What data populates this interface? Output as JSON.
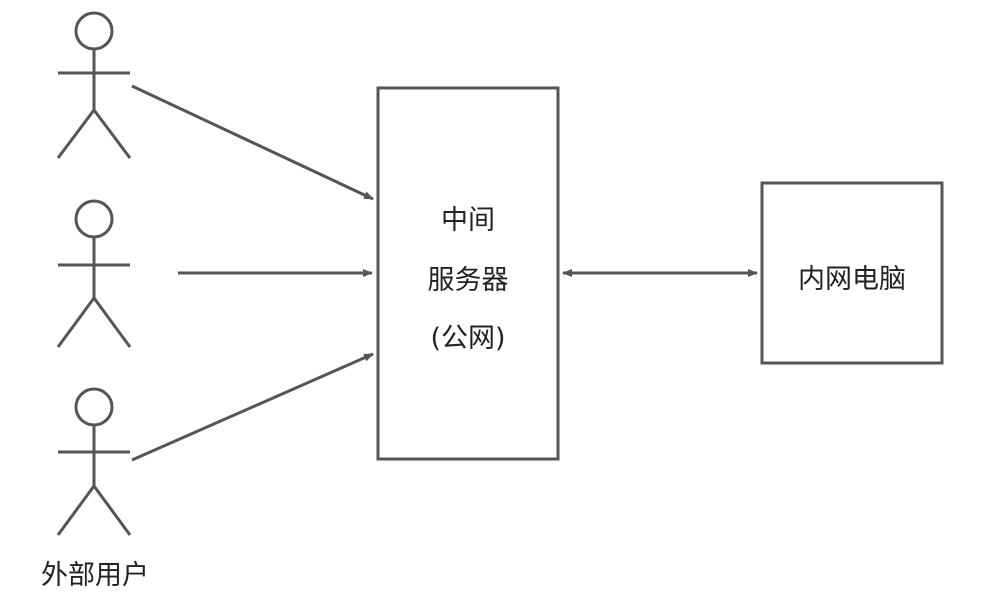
{
  "users": {
    "label": "外部用户",
    "count": 3
  },
  "server": {
    "lines": [
      "中间",
      "服务器",
      "(公网)"
    ]
  },
  "intranet_computer": {
    "label": "内网电脑"
  },
  "colors": {
    "stroke": "#555555",
    "text": "#222222",
    "background": "#ffffff"
  }
}
